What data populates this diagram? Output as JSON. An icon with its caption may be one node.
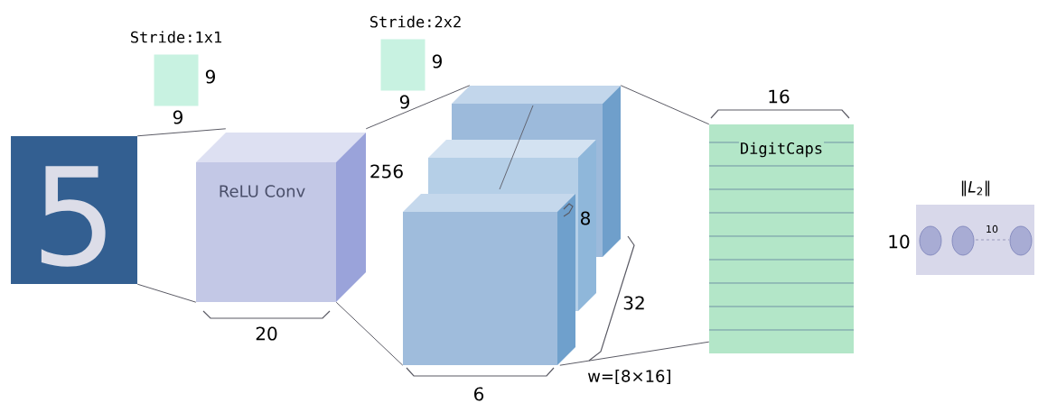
{
  "diagram": {
    "nodes": [
      {
        "text": [
          "5"
        ]
      },
      {
        "text": [
          "Stride:1x1"
        ],
        "beside": [
          "9",
          "9"
        ]
      },
      {
        "text": [
          "Stride:2x2"
        ],
        "beside": [
          "9",
          "9"
        ]
      },
      {
        "text": [
          "ReLU Conv"
        ],
        "beside": [
          "256",
          "20"
        ]
      },
      {
        "text": [],
        "shape": "box"
      },
      {
        "text": [
          "DigitCaps"
        ],
        "beside": [
          "16"
        ]
      },
      {
        "text": [
          "‖*L*$_{2}$‖",
          "10"
        ],
        "beside": [
          "10"
        ]
      }
    ],
    "edges": [
      {
        "from": 0,
        "to": 3,
        "arrow": "none"
      },
      {
        "from": 0,
        "to": 3,
        "arrow": "none"
      },
      {
        "from": 3,
        "to": 4,
        "arrow": "none"
      },
      {
        "from": 3,
        "to": 4,
        "arrow": "none"
      },
      {
        "from": 4,
        "to": 5,
        "arrow": "none"
      },
      {
        "from": 4,
        "to": 5,
        "arrow": "none"
      }
    ],
    "labels": [
      "8",
      "32",
      "6",
      "w=[8×16]"
    ]
  }
}
